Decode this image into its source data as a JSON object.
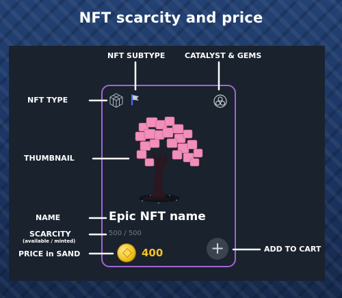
{
  "title": "NFT scarcity and price",
  "labels": {
    "nft_subtype": "NFT SUBTYPE",
    "catalyst_gems": "CATALYST & GEMS",
    "nft_type": "NFT TYPE",
    "thumbnail": "THUMBNAIL",
    "name": "NAME",
    "scarcity": "SCARCITY",
    "scarcity_sub": "(available / minted)",
    "price": "PRICE in SAND",
    "add_to_cart": "ADD TO CART"
  },
  "card": {
    "name": "Epic NFT name",
    "scarcity": "500 / 500",
    "price": "400",
    "add_symbol": "+"
  },
  "colors": {
    "card_border": "#a266d6",
    "price": "#f3c322",
    "blossom": "#f08fb8",
    "subtype_flag": "#4a6cf7"
  },
  "icons": {
    "nft_type": "wireframe-cube-icon",
    "nft_subtype": "flag-icon",
    "catalyst": "gem-slots-icon",
    "currency": "sand-coin-icon",
    "add": "plus-icon"
  }
}
